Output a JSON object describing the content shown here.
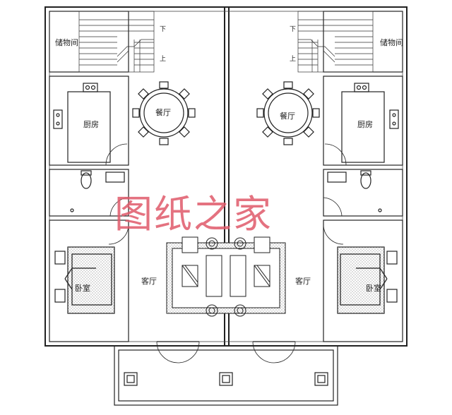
{
  "rooms": {
    "storage_left": "储物间",
    "storage_right": "储物间",
    "kitchen_left": "厨房",
    "kitchen_right": "厨房",
    "dining_left": "餐厅",
    "dining_right": "餐厅",
    "living_left": "客厅",
    "living_right": "客厅",
    "bedroom_left": "卧室",
    "bedroom_right": "卧室"
  },
  "stairs": {
    "down": "下",
    "up": "上"
  },
  "watermark": "图纸之家"
}
